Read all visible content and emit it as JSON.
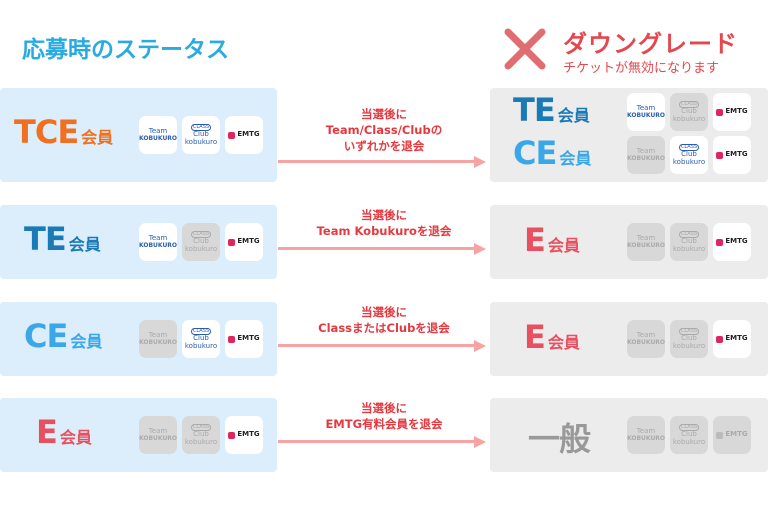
{
  "title": "応募時のステータス",
  "downgrade": {
    "label": "ダウングレード",
    "sub": "チケットが無効になります"
  },
  "colors": {
    "TCE": "#f07020",
    "TE": "#1a7ab5",
    "CE": "#3aa8e8",
    "E": "#e8505f",
    "general": "#999999"
  },
  "icons": {
    "team": {
      "line1": "Team",
      "line2": "KOBUKURO"
    },
    "class": {
      "line1": "CLASS",
      "line2": "Club",
      "line3": "kobukuro"
    },
    "emtg": "EMTG"
  },
  "rows": [
    {
      "from": {
        "code": "TCE",
        "suffix": "会員"
      },
      "arrow": [
        "当選後に",
        "Team/Class/Clubの",
        "いずれかを退会"
      ],
      "to": [
        {
          "code": "TE",
          "suffix": "会員"
        },
        {
          "code": "CE",
          "suffix": "会員"
        }
      ]
    },
    {
      "from": {
        "code": "TE",
        "suffix": "会員"
      },
      "arrow": [
        "当選後に",
        "Team Kobukuroを退会"
      ],
      "to": [
        {
          "code": "E",
          "suffix": "会員"
        }
      ]
    },
    {
      "from": {
        "code": "CE",
        "suffix": "会員"
      },
      "arrow": [
        "当選後に",
        "ClassまたはClubを退会"
      ],
      "to": [
        {
          "code": "E",
          "suffix": "会員"
        }
      ]
    },
    {
      "from": {
        "code": "E",
        "suffix": "会員"
      },
      "arrow": [
        "当選後に",
        "EMTG有料会員を退会"
      ],
      "to": [
        {
          "code": "一般",
          "suffix": ""
        }
      ]
    }
  ]
}
